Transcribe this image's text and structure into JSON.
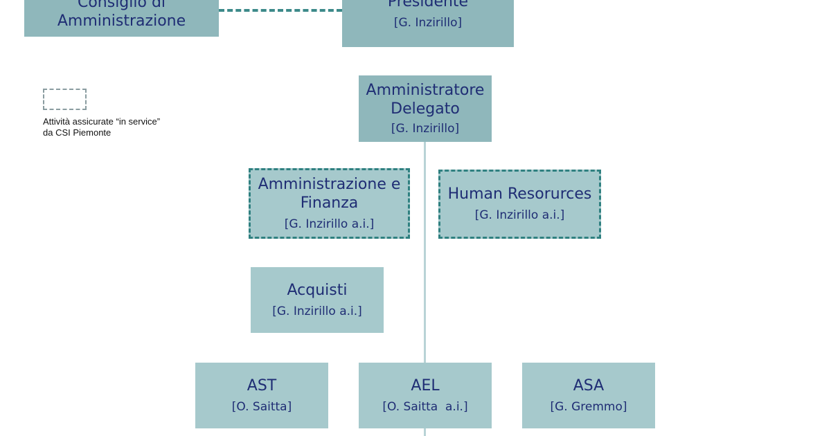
{
  "nodes": {
    "cda": {
      "lines": [
        "Consiglio di",
        "Amministrazione"
      ]
    },
    "presidente": {
      "title": "Presidente",
      "person": "[G. Inzirillo]"
    },
    "ad": {
      "lines": [
        "Amministratore",
        "Delegato"
      ],
      "person": "[G. Inzirillo]"
    },
    "af": {
      "lines": [
        "Amministrazione e",
        "Finanza"
      ],
      "person": "[G. Inzirillo a.i.]"
    },
    "hr": {
      "title": "Human Resorurces",
      "person": "[G. Inzirillo a.i.]"
    },
    "acquisti": {
      "title": "Acquisti",
      "person": "[G. Inzirillo a.i.]"
    },
    "ast": {
      "title": "AST",
      "person": "[O. Saitta]"
    },
    "ael": {
      "title": "AEL",
      "person": "[O. Saitta  a.i.]"
    },
    "asa": {
      "title": "ASA",
      "person": "[G. Gremmo]"
    }
  },
  "legend": {
    "lines": [
      "Attività assicurate “in service”",
      "da CSI Piemonte"
    ]
  },
  "colors": {
    "box_light": "#a6c9cc",
    "box_dark": "#8fb7bb",
    "text": "#1f2d74",
    "dashed_border": "#2f8080",
    "connector": "#b8d3d6"
  }
}
